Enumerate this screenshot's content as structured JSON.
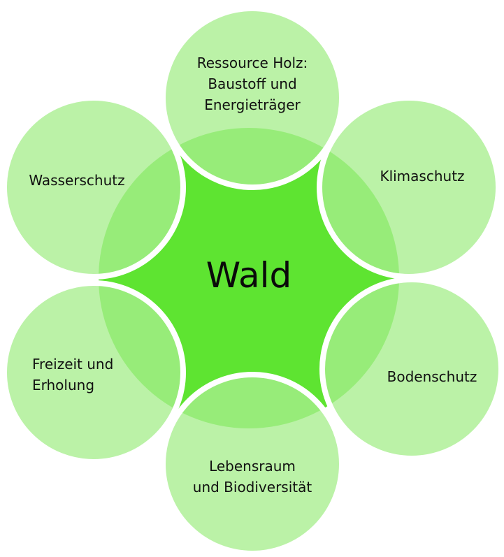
{
  "diagram": {
    "center_label": "Wald",
    "petals": [
      {
        "id": "holz",
        "label": "Ressource Holz:\nBaustoff und\nEnergieträger"
      },
      {
        "id": "klima",
        "label": "Klimaschutz"
      },
      {
        "id": "boden",
        "label": "Bodenschutz"
      },
      {
        "id": "lebensraum",
        "label": "Lebensraum\nund Biodiversität"
      },
      {
        "id": "freizeit",
        "label": "Freizeit und\nErholung"
      },
      {
        "id": "wasser",
        "label": "Wasserschutz"
      }
    ],
    "colors": {
      "center_fill": "#5ee431",
      "petal_fill": "#a8ee8e",
      "outline": "#ffffff"
    }
  }
}
